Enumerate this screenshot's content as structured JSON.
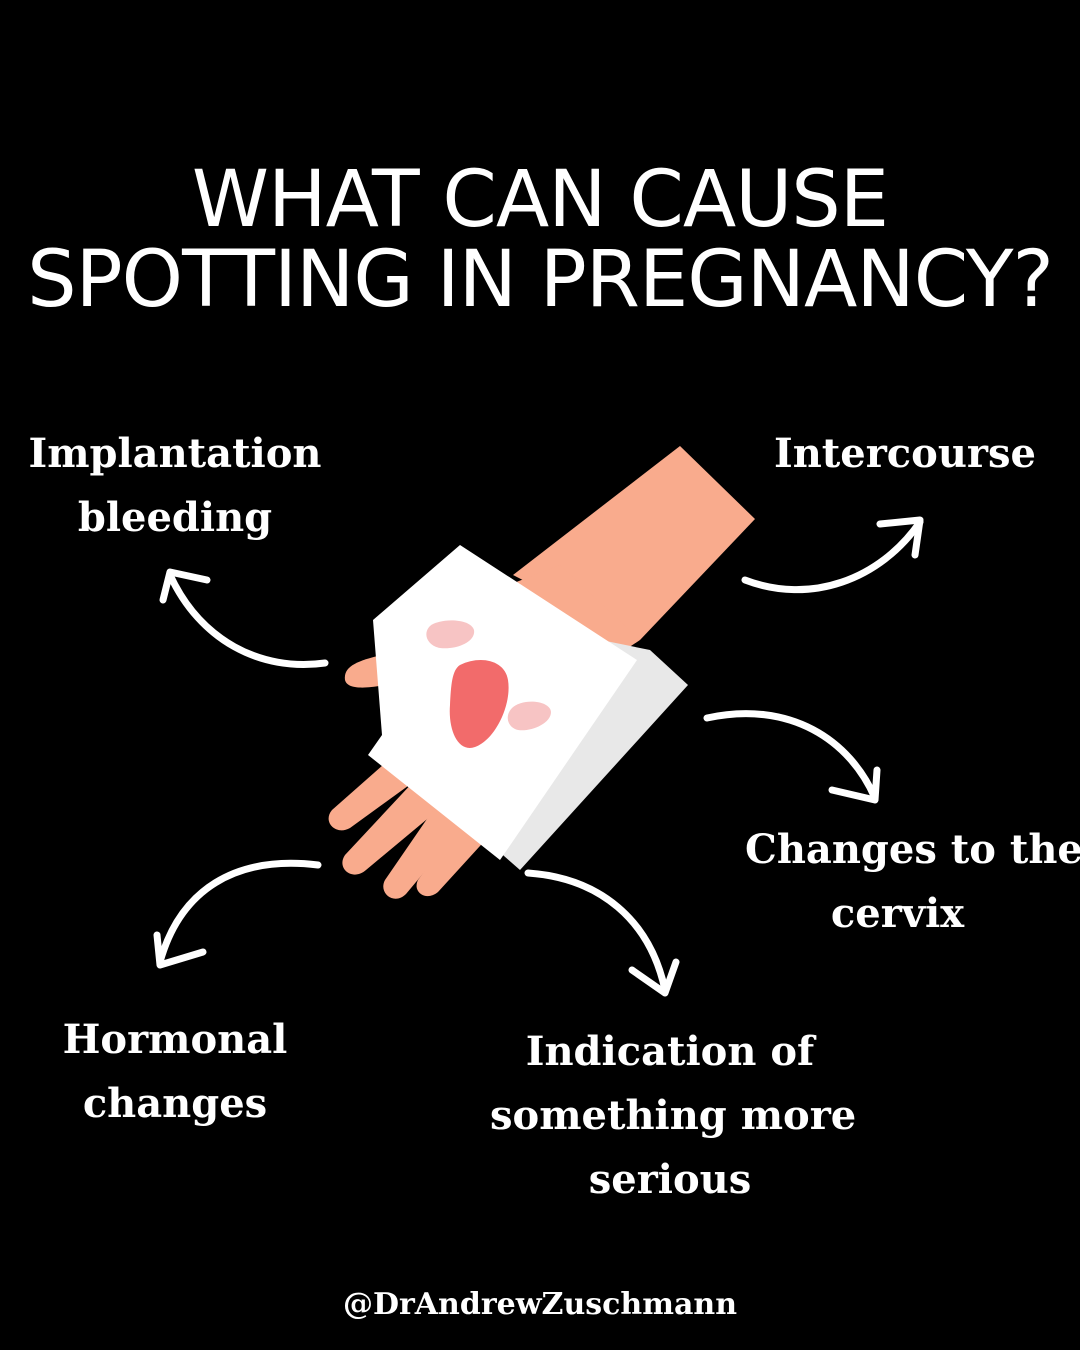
{
  "title": {
    "line1": "WHAT CAN CAUSE",
    "line2": "SPOTTING IN PREGNANCY?"
  },
  "causes": {
    "implantation": {
      "line1": "Implantation",
      "line2": "bleeding"
    },
    "intercourse": {
      "line1": "Intercourse"
    },
    "cervix": {
      "line1": "Changes to the",
      "line2": "cervix"
    },
    "hormonal": {
      "line1": "Hormonal",
      "line2": "changes"
    },
    "serious": {
      "line1": "Indication of",
      "line2": "something more",
      "line3": "serious"
    }
  },
  "footer": {
    "handle": "@DrAndrewZuschmann"
  },
  "colors": {
    "background": "#000000",
    "text": "#ffffff",
    "skin": "#f9ab8d",
    "tissue": "#ffffff",
    "blood_dark": "#f26b6b",
    "blood_light": "#f7c4c4"
  },
  "icons": [
    "hand-icon",
    "tissue-icon",
    "arrow-icon"
  ]
}
